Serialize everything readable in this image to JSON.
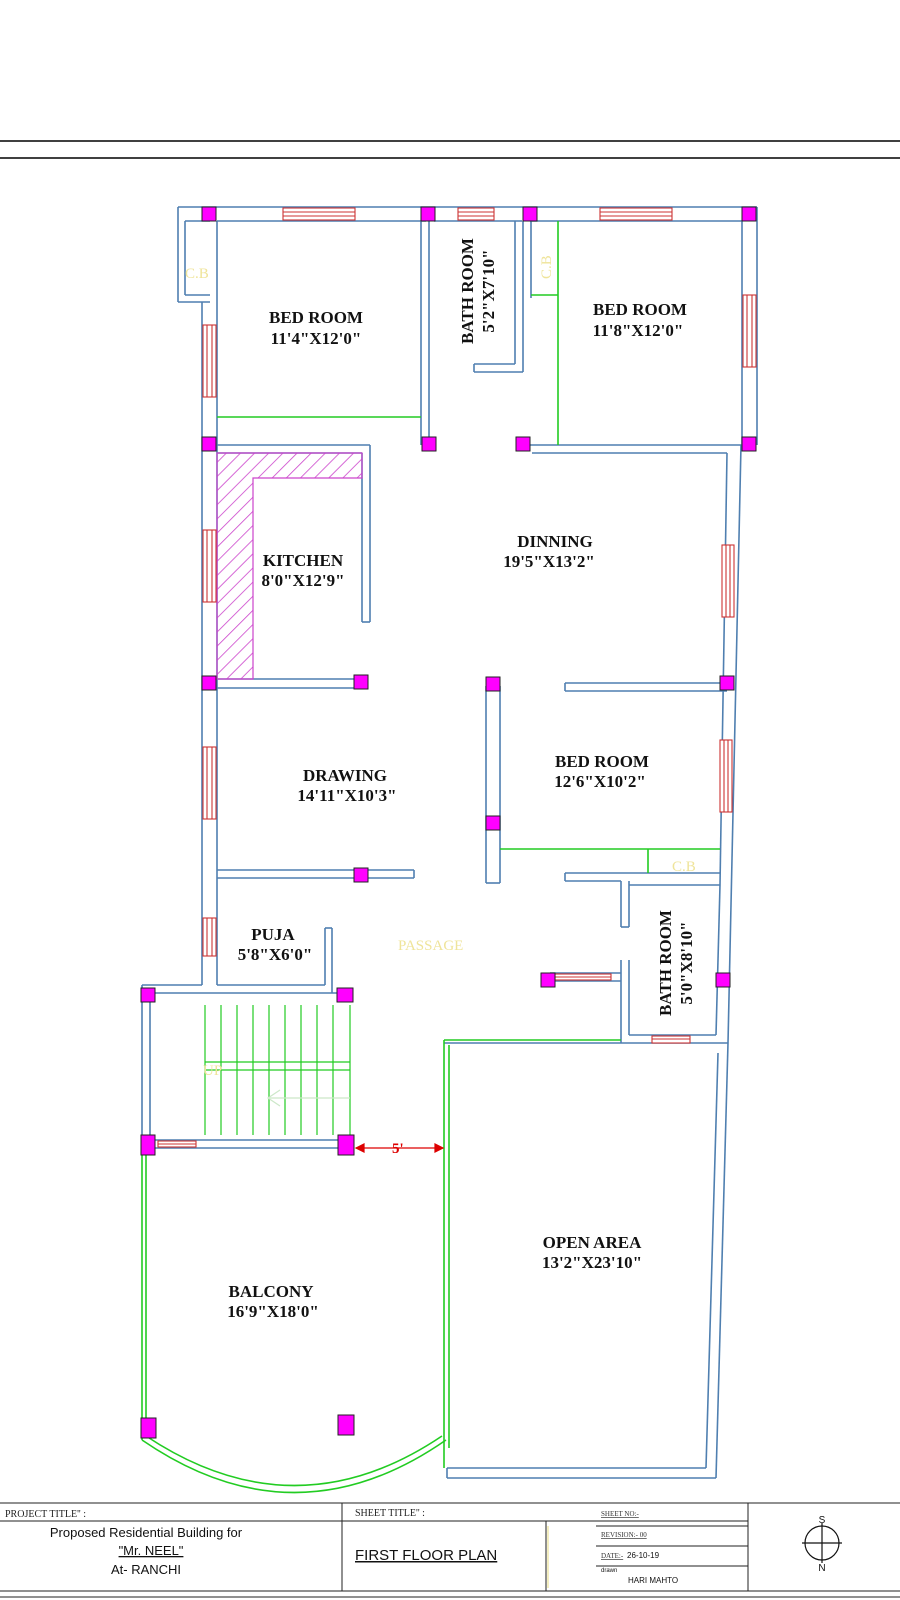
{
  "rooms": {
    "bed1": {
      "name": "BED ROOM",
      "dim": "11'4\"X12'0\""
    },
    "bath1": {
      "name": "BATH ROOM",
      "dim": "5'2\"X7'10\""
    },
    "bed2": {
      "name": "BED ROOM",
      "dim": "11'8\"X12'0\""
    },
    "kitchen": {
      "name": "KITCHEN",
      "dim": "8'0\"X12'9\""
    },
    "dinning": {
      "name": "DINNING",
      "dim": "19'5\"X13'2\""
    },
    "drawing": {
      "name": "DRAWING",
      "dim": "14'11\"X10'3\""
    },
    "bed3": {
      "name": "BED ROOM",
      "dim": "12'6\"X10'2\""
    },
    "puja": {
      "name": "PUJA",
      "dim": "5'8\"X6'0\""
    },
    "bath2": {
      "name": "BATH ROOM",
      "dim": "5'0\"X8'10\""
    },
    "balcony": {
      "name": "BALCONY",
      "dim": "16'9\"X18'0\""
    },
    "open_area": {
      "name": "OPEN AREA",
      "dim": "13'2\"X23'10\""
    }
  },
  "labels": {
    "cb1": "C.B",
    "cb2": "C.B",
    "cb3": "C.B",
    "passage": "PASSAGE",
    "stair_up": "UP",
    "gap_dim": "5'"
  },
  "title_block": {
    "project_title_label": "PROJECT TITLE'' :",
    "project_line1": "Proposed Residential Building for",
    "project_line2": "\"Mr. NEEL\"",
    "project_line3": "At- RANCHI",
    "sheet_title_label": "SHEET TITLE'' :",
    "sheet_title": "FIRST FLOOR PLAN",
    "sheet_no_label": "SHEET NO:-",
    "revision_label": "REVISION:- 00",
    "date_label": "DATE:-",
    "date_value": "26-10-19",
    "drawn_label": "drawn",
    "drawn_value": "HARI MAHTO",
    "compass_s": "S",
    "compass_n": "N"
  },
  "colors": {
    "wall": "#4f7fb0",
    "column": "#ff00ff",
    "window": "#cc3333",
    "green": "#22cc22",
    "hatch": "#cc44cc",
    "dimension": "#dd0000",
    "faint_text": "#efe49a"
  }
}
